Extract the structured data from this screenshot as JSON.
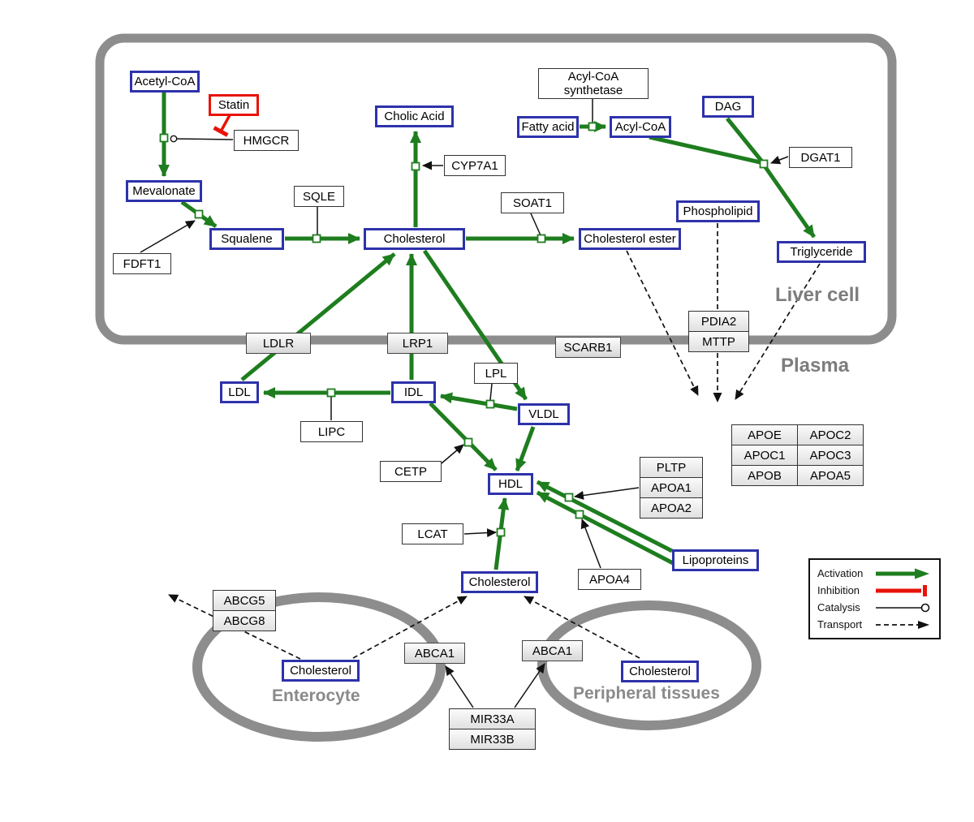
{
  "colors": {
    "activation": "#1e7d1e",
    "inhibition": "#e81309",
    "metabolite_border": "#2d32aa",
    "membrane": "#8d8d8d",
    "region_label": "#7d7d7d"
  },
  "regions": {
    "liver": {
      "label": "Liver cell"
    },
    "plasma": {
      "label": "Plasma"
    },
    "enterocyte": {
      "label": "Enterocyte"
    },
    "peripheral": {
      "label": "Peripheral tissues"
    }
  },
  "legend": {
    "items": [
      {
        "label": "Activation"
      },
      {
        "label": "Inhibition"
      },
      {
        "label": "Catalysis"
      },
      {
        "label": "Transport"
      }
    ]
  },
  "nodes": {
    "acetyl_coa": {
      "label": "Acetyl-CoA"
    },
    "statin": {
      "label": "Statin"
    },
    "hmgcr": {
      "label": "HMGCR"
    },
    "mevalonate": {
      "label": "Mevalonate"
    },
    "fdft1": {
      "label": "FDFT1"
    },
    "squalene": {
      "label": "Squalene"
    },
    "sqle": {
      "label": "SQLE"
    },
    "cholesterol_liver": {
      "label": "Cholesterol"
    },
    "cholic_acid": {
      "label": "Cholic Acid"
    },
    "cyp7a1": {
      "label": "CYP7A1"
    },
    "soat1": {
      "label": "SOAT1"
    },
    "cholesterol_ester": {
      "label": "Cholesterol ester"
    },
    "fatty_acid": {
      "label": "Fatty acid"
    },
    "acyl_coa": {
      "label": "Acyl-CoA"
    },
    "acyl_coa_synthetase": {
      "line1": "Acyl-CoA",
      "line2": "synthetase"
    },
    "dag": {
      "label": "DAG"
    },
    "dgat1": {
      "label": "DGAT1"
    },
    "phospholipid": {
      "label": "Phospholipid"
    },
    "triglyceride": {
      "label": "Triglyceride"
    },
    "pdia2": {
      "label": "PDIA2"
    },
    "mttp": {
      "label": "MTTP"
    },
    "ldlr": {
      "label": "LDLR"
    },
    "lrp1": {
      "label": "LRP1"
    },
    "scarb1": {
      "label": "SCARB1"
    },
    "ldl": {
      "label": "LDL"
    },
    "idl": {
      "label": "IDL"
    },
    "lipc": {
      "label": "LIPC"
    },
    "lpl": {
      "label": "LPL"
    },
    "vldl": {
      "label": "VLDL"
    },
    "cetp": {
      "label": "CETP"
    },
    "hdl": {
      "label": "HDL"
    },
    "lcat": {
      "label": "LCAT"
    },
    "cholesterol_plasma": {
      "label": "Cholesterol"
    },
    "apoa4": {
      "label": "APOA4"
    },
    "pltp": {
      "label": "PLTP"
    },
    "apoa1": {
      "label": "APOA1"
    },
    "apoa2": {
      "label": "APOA2"
    },
    "lipoproteins": {
      "label": "Lipoproteins"
    },
    "apoe": {
      "label": "APOE"
    },
    "apoc2": {
      "label": "APOC2"
    },
    "apoc1": {
      "label": "APOC1"
    },
    "apoc3": {
      "label": "APOC3"
    },
    "apob": {
      "label": "APOB"
    },
    "apoa5": {
      "label": "APOA5"
    },
    "abcg5": {
      "label": "ABCG5"
    },
    "abcg8": {
      "label": "ABCG8"
    },
    "cholesterol_enterocyte": {
      "label": "Cholesterol"
    },
    "abca1_enterocyte": {
      "label": "ABCA1"
    },
    "abca1_peripheral": {
      "label": "ABCA1"
    },
    "cholesterol_peripheral": {
      "label": "Cholesterol"
    },
    "mir33a": {
      "label": "MIR33A"
    },
    "mir33b": {
      "label": "MIR33B"
    }
  }
}
